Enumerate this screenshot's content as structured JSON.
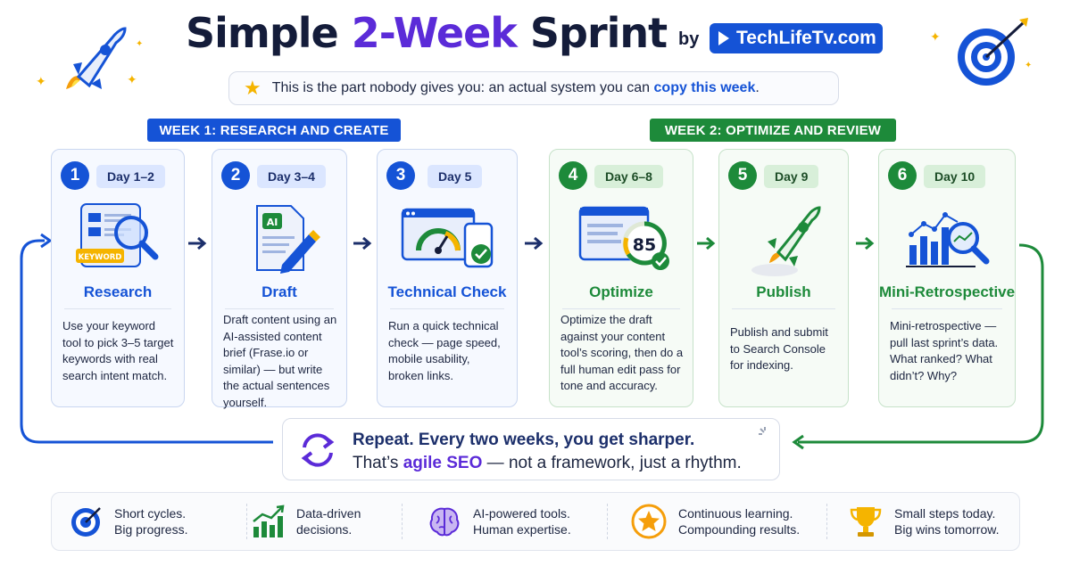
{
  "header": {
    "title_part1": "Simple ",
    "title_accent": "2-Week",
    "title_part2": " Sprint",
    "by": "by",
    "brand": "TechLifeTv.com"
  },
  "tagline": {
    "text": "This is the part nobody gives you: an actual system you can ",
    "highlight": "copy this week",
    "end": "."
  },
  "weeks": [
    {
      "label": "WEEK 1: RESEARCH AND CREATE",
      "color": "#1553d6"
    },
    {
      "label": "WEEK 2: OPTIMIZE AND REVIEW",
      "color": "#1d8a3a"
    }
  ],
  "steps": [
    {
      "num": "1",
      "day": "Day 1–2",
      "title": "Research",
      "icon": "keyword-search-icon",
      "icon_text": "KEYWORD",
      "desc": "Use your keyword tool to pick 3–5 target keywords with real search intent match."
    },
    {
      "num": "2",
      "day": "Day 3–4",
      "title": "Draft",
      "icon": "ai-document-pen-icon",
      "icon_text": "AI",
      "desc": "Draft content using an AI-assisted content brief (Frase.io or similar) — but write the actual sentences yourself."
    },
    {
      "num": "3",
      "day": "Day 5",
      "title": "Technical Check",
      "icon": "speed-gauge-devices-icon",
      "desc": "Run a quick technical check — page speed, mobile usability, broken links."
    },
    {
      "num": "4",
      "day": "Day 6–8",
      "title": "Optimize",
      "icon": "score-badge-icon",
      "icon_text": "85",
      "desc": "Optimize the draft against your content tool’s scoring, then do a full human edit pass for tone and accuracy."
    },
    {
      "num": "5",
      "day": "Day 9",
      "title": "Publish",
      "icon": "rocket-launch-icon",
      "desc": "Publish and submit to Search Console for indexing."
    },
    {
      "num": "6",
      "day": "Day 10",
      "title": "Mini-Retrospective",
      "icon": "chart-magnifier-icon",
      "desc": "Mini-retrospective — pull last sprint’s data. What ranked? What didn’t? Why?"
    }
  ],
  "repeat": {
    "line1": "Repeat. Every two weeks, you get sharper.",
    "line2_start": "That’s ",
    "line2_highlight": "agile SEO",
    "line2_end": " — not a framework, just a rhythm."
  },
  "footer": [
    {
      "icon": "target-icon",
      "line1": "Short cycles.",
      "line2": "Big progress."
    },
    {
      "icon": "growth-chart-icon",
      "line1": "Data-driven",
      "line2": "decisions."
    },
    {
      "icon": "brain-icon",
      "line1": "AI-powered tools.",
      "line2": "Human expertise."
    },
    {
      "icon": "star-badge-icon",
      "line1": "Continuous learning.",
      "line2": "Compounding results."
    },
    {
      "icon": "trophy-icon",
      "line1": "Small steps today.",
      "line2": "Big wins tomorrow."
    }
  ],
  "colors": {
    "blue": "#1553d6",
    "green": "#1d8a3a",
    "purple": "#5b2bd8",
    "navy": "#141c3a"
  }
}
